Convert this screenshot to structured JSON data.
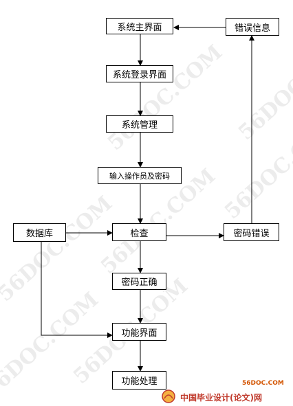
{
  "nodes": {
    "main_ui": "系统主界面",
    "error_info": "错误信息",
    "login_ui": "系统登录界面",
    "system_mgmt": "系统管理",
    "input_operator": "输入操作员及密码",
    "database": "数据库",
    "check": "检查",
    "password_error": "密码错误",
    "password_correct": "密码正确",
    "function_ui": "功能界面",
    "function_process": "功能处理"
  },
  "watermarks": [
    "56DOC.COM",
    "56DOC.COM",
    "56DOC.COM",
    "56DOC.COM",
    "56DOC.COM",
    "56DOC.COM",
    "56DOC.COM"
  ],
  "footer": {
    "site": "56DOC.COM",
    "text": "中国毕业设计(论文)网"
  }
}
